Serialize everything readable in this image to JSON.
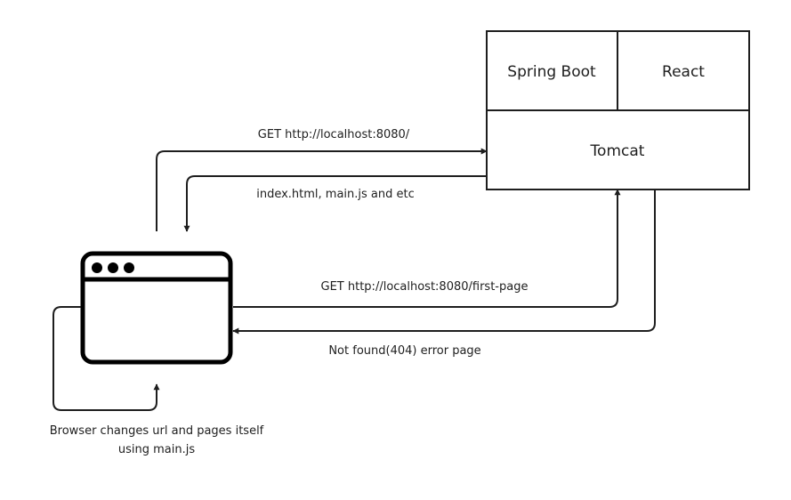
{
  "nodes": {
    "spring_boot": "Spring Boot",
    "react": "React",
    "tomcat": "Tomcat"
  },
  "edges": {
    "get_root": "GET http://localhost:8080/",
    "index_response": "index.html, main.js and etc",
    "get_first_page": "GET http://localhost:8080/first-page",
    "not_found": "Not found(404) error page"
  },
  "notes": {
    "browser_line1": "Browser changes url and pages itself",
    "browser_line2": "using main.js"
  },
  "colors": {
    "stroke": "#1e1e1e",
    "background": "#ffffff"
  },
  "icons": {
    "browser": "browser-window-icon"
  }
}
